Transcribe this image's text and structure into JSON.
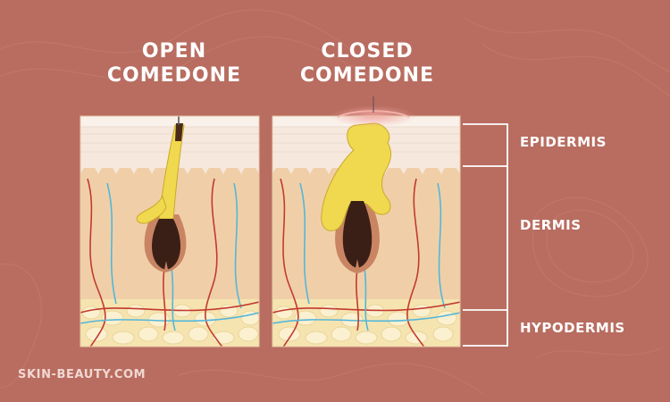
{
  "labels": {
    "open_line1": "OPEN",
    "open_line2": "COMEDONE",
    "closed_line1": "CLOSED",
    "closed_line2": "COMEDONE",
    "epidermis": "EPIDERMIS",
    "dermis": "DERMIS",
    "hypodermis": "HYPODERMIS",
    "watermark": "SKIN-BEAUTY.COM"
  },
  "colors": {
    "background": "#b86d60",
    "epidermis": "#f6e8dc",
    "dermis": "#f0cfa8",
    "hypodermis": "#f6e4b0",
    "sebum": "#f0d94e",
    "follicle": "#3a1f17",
    "artery": "#c23a2e",
    "vein": "#54b7d9"
  }
}
